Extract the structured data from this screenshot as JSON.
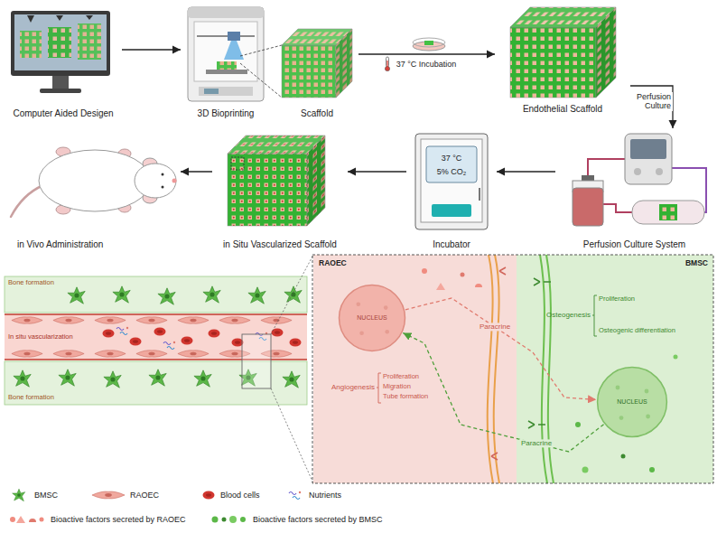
{
  "diagram": {
    "nodes": [
      {
        "text": [
          "Computer Aided Desigen"
        ]
      },
      {
        "text": [
          "3D Bioprinting"
        ]
      },
      {
        "text": [
          "Scaffold"
        ]
      },
      {
        "text": [
          "Endothelial Scaffold"
        ]
      },
      {
        "text": [
          "Perfusion Culture System"
        ]
      },
      {
        "text": [
          "Incubator"
        ]
      },
      {
        "text": [
          "in Situ Vascularized Scaffold"
        ]
      },
      {
        "text": [
          "in Vivo Administration"
        ]
      },
      {
        "text": [
          "Bone formation"
        ]
      },
      {
        "text": [
          "In situ vascularization"
        ]
      },
      {
        "text": [
          "Bone formation"
        ]
      },
      {
        "text": [
          "RAOEC"
        ]
      },
      {
        "text": [
          "BMSC"
        ]
      },
      {
        "text": [
          "NUCLEUS"
        ],
        "in": 11
      },
      {
        "text": [
          "NUCLEUS"
        ],
        "in": 12
      }
    ],
    "edges": [
      {
        "from": 0,
        "to": 1,
        "arrow": "to"
      },
      {
        "from": 2,
        "to": 3,
        "label": "37 °C Incubation",
        "arrow": "to"
      },
      {
        "from": 3,
        "to": 4,
        "label": "Perfusion Culture",
        "arrow": "to"
      },
      {
        "from": 4,
        "to": 5,
        "arrow": "to"
      },
      {
        "from": 5,
        "to": 6,
        "arrow": "to"
      },
      {
        "from": 6,
        "to": 7,
        "arrow": "to"
      },
      {
        "from": 13,
        "to": 14,
        "label": "Paracrine",
        "arrow": "to"
      },
      {
        "from": 14,
        "to": 13,
        "label": "Paracrine",
        "arrow": "to"
      }
    ],
    "labels": [
      "37 °C",
      "5% CO₂",
      "Angiogenesis",
      "Proliferation",
      "Migration",
      "Tube formation",
      "Osteogenesis",
      "Proliferation",
      "Osteogenic differentiation"
    ],
    "legend": [
      {
        "text": "BMSC"
      },
      {
        "text": "RAOEC"
      },
      {
        "text": "Blood cells"
      },
      {
        "text": "Nutrients"
      },
      {
        "text": "Bioactive factors secreted by RAOEC"
      },
      {
        "text": "Bioactive factors secreted by BMSC"
      }
    ]
  }
}
